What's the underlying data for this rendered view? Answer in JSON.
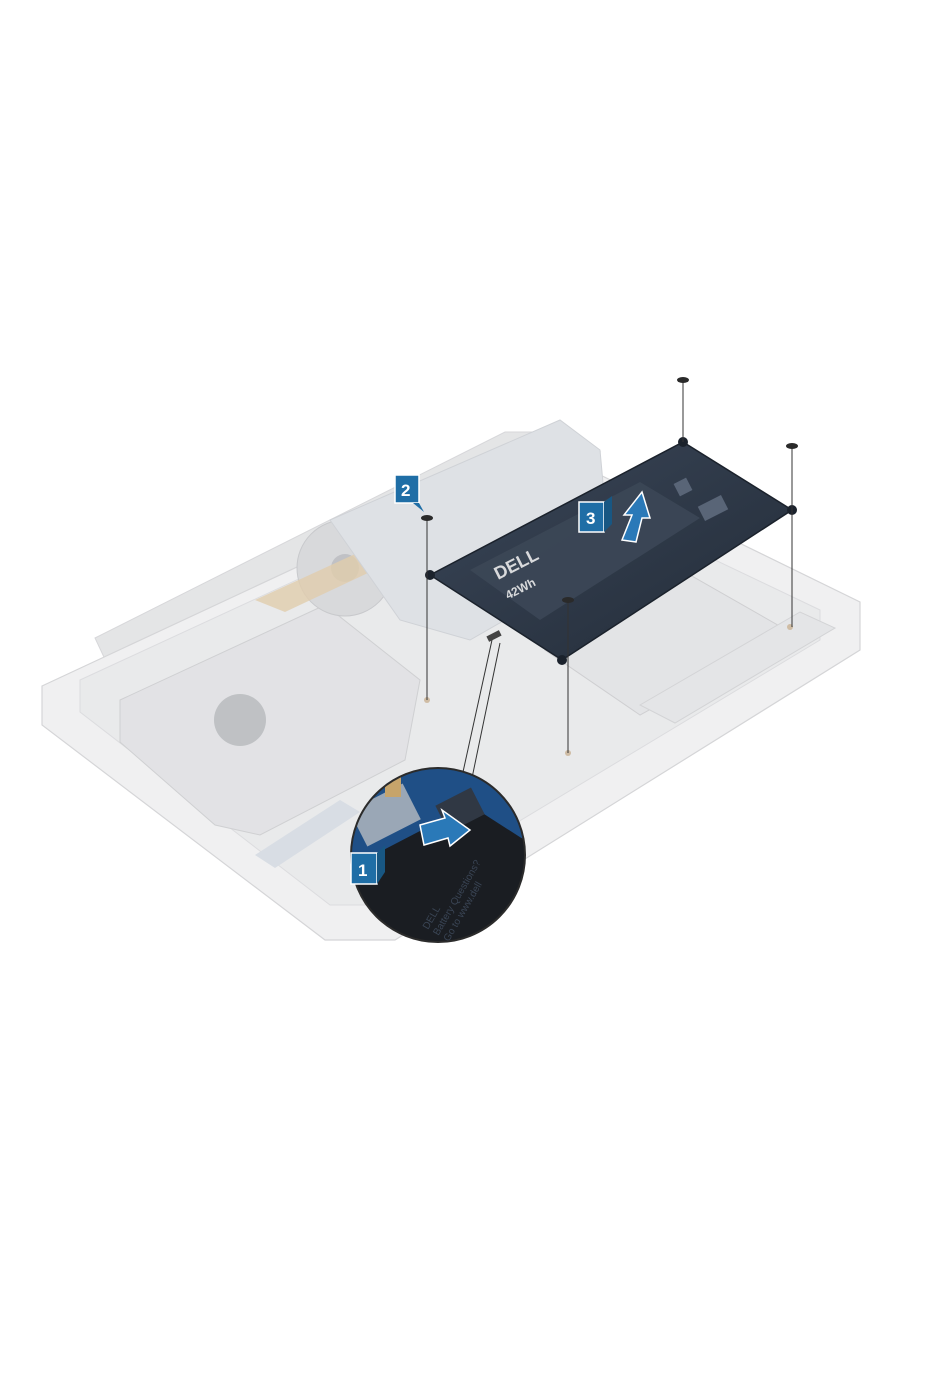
{
  "steps": [
    {
      "number": "1"
    },
    {
      "number": "2"
    },
    {
      "number": "3"
    }
  ],
  "battery": {
    "brand": "DELL",
    "capacity": "42Wh"
  },
  "callout": {
    "tab_label": "DELL",
    "tab_line1": "Battery Questions?",
    "tab_line2": "Go to www.dell"
  },
  "colors": {
    "badge": "#1f6ea6",
    "arrow": "#2a79b8",
    "battery": "#2b3544",
    "chassis": "#dcdde0"
  }
}
